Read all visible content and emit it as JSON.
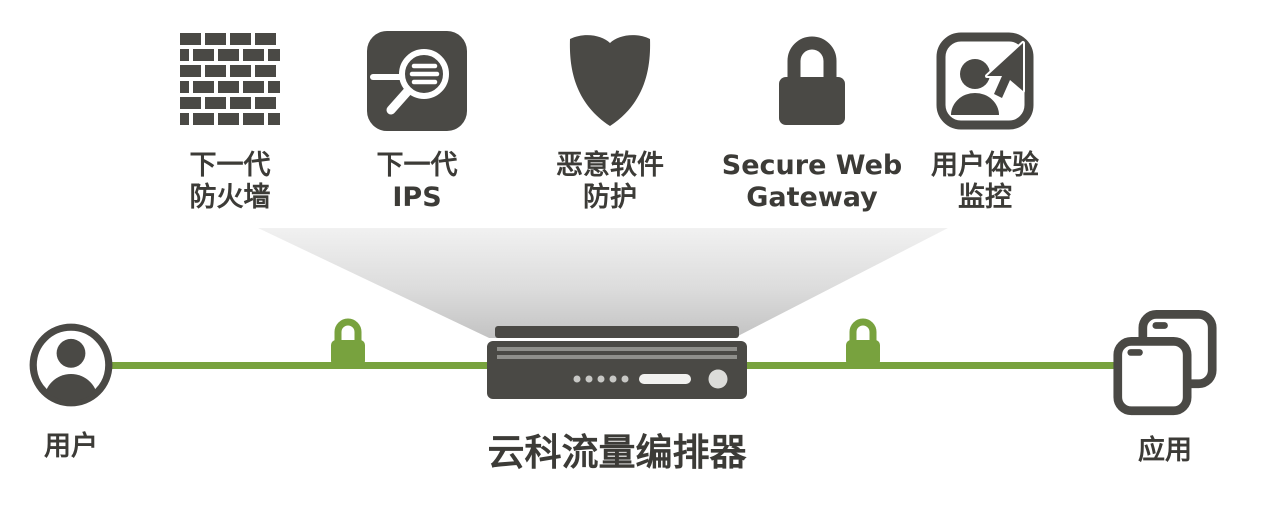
{
  "diagram_title": "traffic-orchestrator-security-services",
  "colors": {
    "dark_gray": "#4a4945",
    "green": "#78a23e",
    "funnel_gray": "#c3c3c3",
    "text": "#3c3b37"
  },
  "services": [
    {
      "icon": "firewall-bricks-icon",
      "label_line1": "下一代",
      "label_line2": "防火墙"
    },
    {
      "icon": "ips-magnifier-icon",
      "label_line1": "下一代",
      "label_line2": "IPS"
    },
    {
      "icon": "malware-shield-icon",
      "label_line1": "恶意软件",
      "label_line2": "防护"
    },
    {
      "icon": "secure-web-gateway-lock-icon",
      "label_line1": "Secure Web",
      "label_line2": "Gateway"
    },
    {
      "icon": "user-experience-monitor-icon",
      "label_line1": "用户体验",
      "label_line2": "监控"
    }
  ],
  "flow": {
    "user_label": "用户",
    "orchestrator_label": "云科流量编排器",
    "apps_label": "应用",
    "left_lock_icon": "green-padlock-icon",
    "right_lock_icon": "green-padlock-icon",
    "user_icon": "user-circle-icon",
    "apps_icon": "applications-windows-icon",
    "orchestrator_icon": "appliance-server-icon"
  }
}
